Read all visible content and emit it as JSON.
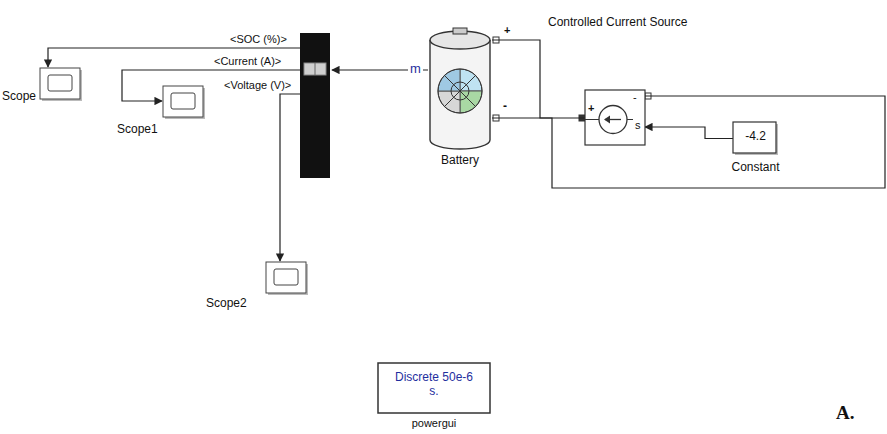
{
  "diagram": {
    "nodes": [
      {
        "text": [
          "Scope"
        ]
      },
      {
        "text": [
          "Scope1"
        ]
      },
      {
        "text": [
          "Scope2"
        ]
      },
      {
        "text": [
          "Battery"
        ]
      },
      {
        "text": [
          "Controlled Current Source",
          "+",
          "-",
          "s"
        ]
      },
      {
        "text": [
          "-4.2",
          "Constant"
        ]
      },
      {
        "text": [
          "Discrete 50e-6 s.",
          "powergui"
        ]
      }
    ],
    "edges": [
      {
        "from": 3,
        "to": 4,
        "arrow": "none"
      },
      {
        "from": 4,
        "to": 3,
        "arrow": "none"
      },
      {
        "from": 5,
        "to": 4,
        "arrow": "to"
      }
    ],
    "labels": [
      "<SOC (%)>",
      "<Current (A)>",
      "<Voltage (V)>",
      "m",
      "+",
      "-",
      "A."
    ]
  }
}
